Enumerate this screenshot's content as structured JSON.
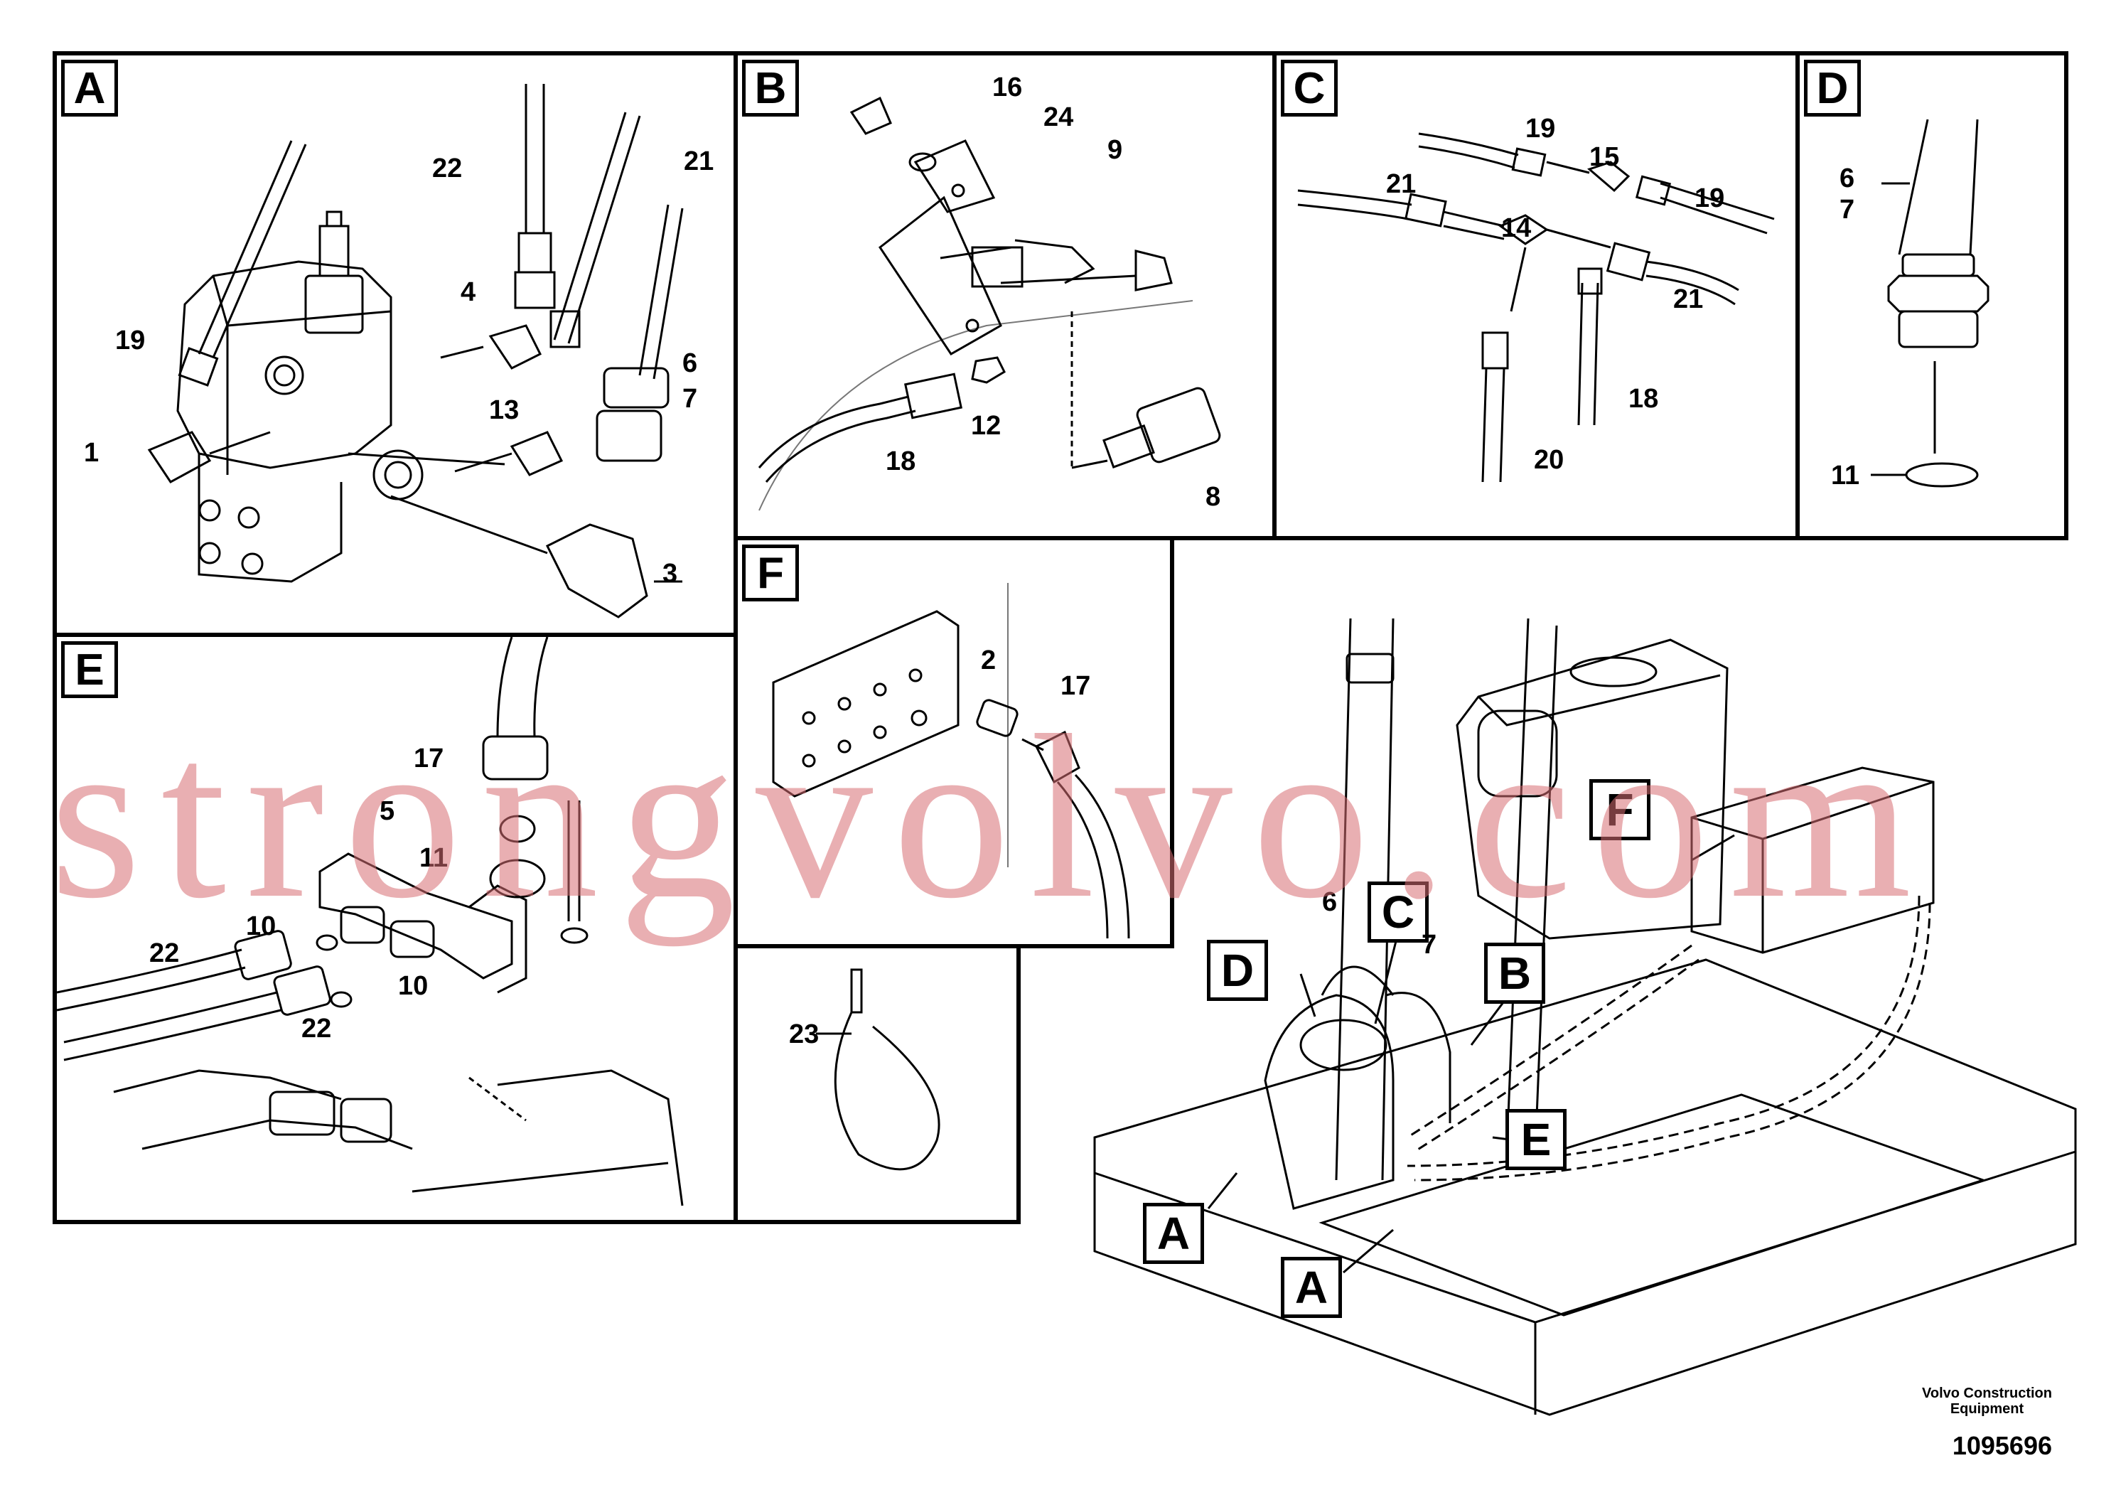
{
  "panels": {
    "A": {
      "tag": "A",
      "labels": [
        "22",
        "21",
        "19",
        "4",
        "6",
        "7",
        "13",
        "1",
        "3"
      ]
    },
    "B": {
      "tag": "B",
      "labels": [
        "16",
        "24",
        "9",
        "12",
        "18",
        "8"
      ]
    },
    "C": {
      "tag": "C",
      "labels": [
        "19",
        "15",
        "21",
        "14",
        "19",
        "21",
        "18",
        "20"
      ]
    },
    "D": {
      "tag": "D",
      "labels": [
        "6",
        "7",
        "11"
      ]
    },
    "E": {
      "tag": "E",
      "labels": [
        "17",
        "5",
        "11",
        "10",
        "22",
        "10",
        "22"
      ]
    },
    "F": {
      "tag": "F",
      "labels": [
        "2",
        "17"
      ]
    },
    "G": {
      "labels": [
        "23"
      ]
    }
  },
  "overview": {
    "callouts": [
      "F",
      "C",
      "D",
      "B",
      "E",
      "A",
      "A"
    ],
    "labels": [
      "6",
      "7"
    ]
  },
  "watermark": "strongvolvo.com",
  "footer": {
    "brand_line1": "Volvo Construction",
    "brand_line2": "Equipment",
    "doc_id": "1095696"
  }
}
